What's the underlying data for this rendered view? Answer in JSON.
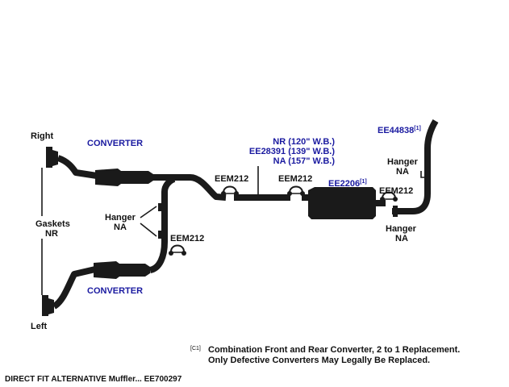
{
  "labels": {
    "right": "Right",
    "left": "Left",
    "converter_top": "CONVERTER",
    "converter_bottom": "CONVERTER",
    "gaskets_line1": "Gaskets",
    "gaskets_line2": "NR",
    "hanger_left_line1": "Hanger",
    "hanger_left_line2": "NA",
    "clamp_left": "EEM212",
    "clamp_mid1": "EEM212",
    "clamp_mid2": "EEM212",
    "clamp_right": "EEM212",
    "pipe_nr": "NR (120\" W.B.)",
    "pipe_ee": "EE28391 (139\" W.B.)",
    "pipe_na": "NA (157\" W.B.)",
    "muffler_part": "EE2206",
    "muffler_sup": "[1]",
    "tailpipe_part": "EE44838",
    "tailpipe_sup": "[1]",
    "hanger_top_line1": "Hanger",
    "hanger_top_line2": "NA",
    "hanger_bottom_line1": "Hanger",
    "hanger_bottom_line2": "NA"
  },
  "footnote": {
    "marker": "[C1]",
    "line1": "Combination Front and Rear Converter, 2 to 1 Replacement.",
    "line2": "Only Defective Converters May Legally Be Replaced."
  },
  "caption": "DIRECT FIT ALTERNATIVE Muffler... EE700297",
  "colors": {
    "label_blue": "#1a1aa0",
    "ink": "#1a1a1a"
  }
}
